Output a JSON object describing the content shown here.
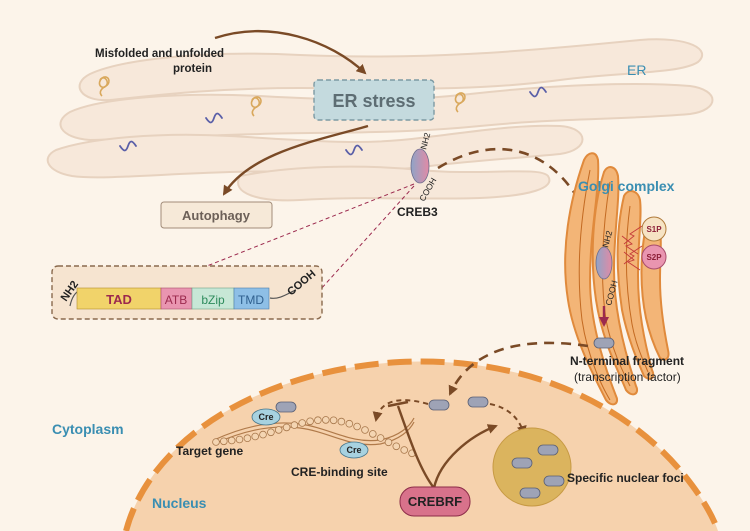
{
  "labels": {
    "misfolded": "Misfolded and unfolded",
    "misfolded_2": "protein",
    "er_stress": "ER stress",
    "er": "ER",
    "autophagy": "Autophagy",
    "nh2": "NH2",
    "cooh": "COOH",
    "creb3": "CREB3",
    "golgi": "Golgi complex",
    "s1p": "S1P",
    "s2p": "S2P",
    "n_terminal": "N-terminal fragment",
    "transcription": "(transcription factor)",
    "cytoplasm": "Cytoplasm",
    "nucleus": "Nucleus",
    "target_gene": "Target gene",
    "cre": "Cre",
    "cre_binding": "CRE-binding site",
    "crebrf": "CREBRF",
    "nuclear_foci": "Specific nuclear foci"
  },
  "domains": {
    "nh2": "NH2",
    "tad": "TAD",
    "atb": "ATB",
    "bzip": "bZip",
    "tmd": "TMD",
    "cooh": "COOH"
  },
  "colors": {
    "background": "#fcf4ea",
    "er": "#f7e8da",
    "er_stress_box": "#c4dade",
    "er_stress_text": "#5d6d73",
    "arrow": "#7a4a26",
    "golgi": "#e89a4c",
    "golgi_fill": "#f3b577",
    "nucleus": "#f6d2ad",
    "nuclear_envelope": "#e8913d",
    "label_blue": "#3a8eb2",
    "tad": "#f1d36a",
    "atb": "#e995b0",
    "bzip": "#c7e7d6",
    "tmd": "#8ebfe6",
    "crebrf": "#d8728b",
    "foci": "#d8b35c",
    "fragment": "#9ea3b6",
    "cre": "#a7d2e0"
  }
}
